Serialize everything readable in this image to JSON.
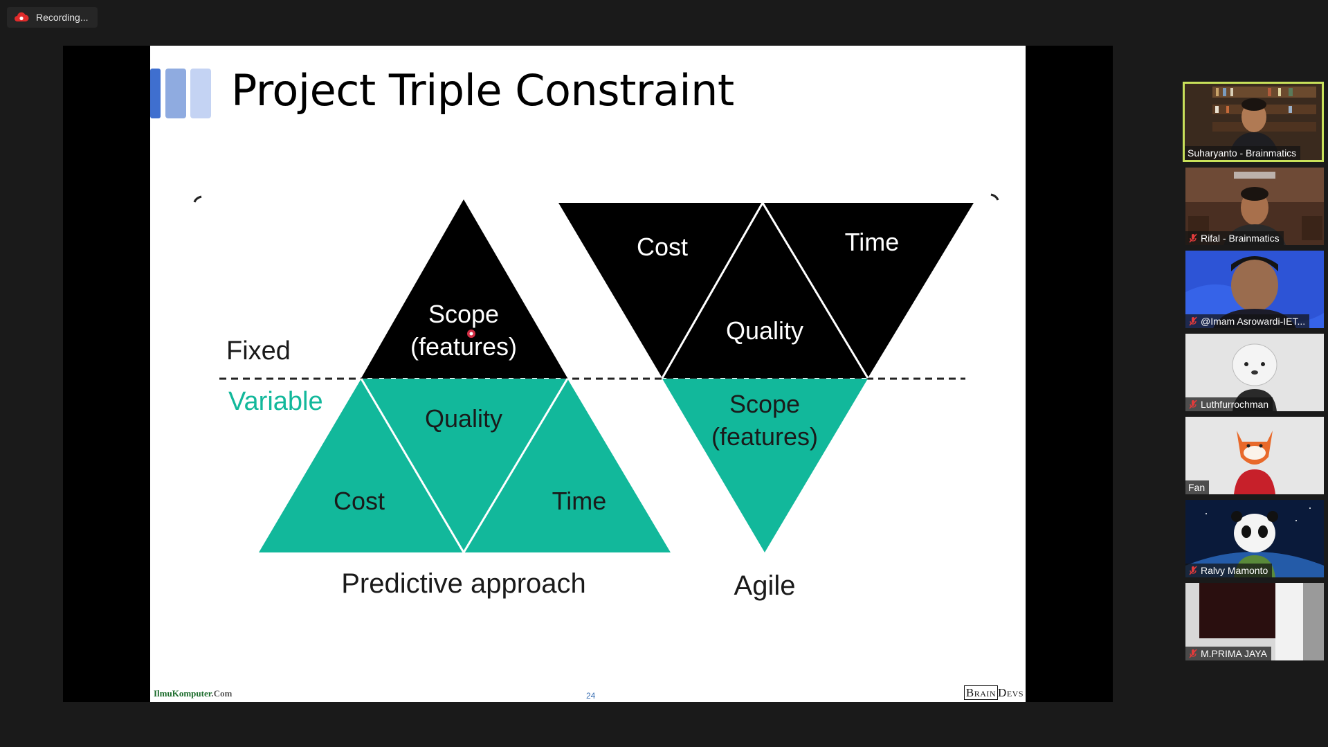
{
  "recording": {
    "label": "Recording..."
  },
  "slide": {
    "title": "Project Triple Constraint",
    "fixed_label": "Fixed",
    "variable_label": "Variable",
    "predictive": {
      "top": "Scope\n(features)",
      "middle": "Quality",
      "left": "Cost",
      "right": "Time",
      "caption": "Predictive approach"
    },
    "agile": {
      "left": "Cost",
      "right": "Time",
      "middle": "Quality",
      "bottom": "Scope\n(features)",
      "caption": "Agile"
    },
    "footer_left_main": "IlmuKomputer",
    "footer_left_suffix": ".Com",
    "page_number": "24",
    "footer_right_a": "Brain",
    "footer_right_b": "Devs"
  },
  "colors": {
    "teal": "#12b89b",
    "fixed_black": "#000000",
    "active_speaker": "#c8e05a",
    "variable_text": "#12b89b"
  },
  "participants": [
    {
      "name": "Suharyanto - Brainmatics",
      "muted": false,
      "active": true
    },
    {
      "name": "Rifal - Brainmatics",
      "muted": true,
      "active": false
    },
    {
      "name": "@Imam Asrowardi-IET...",
      "muted": true,
      "active": false
    },
    {
      "name": "Luthfurrochman",
      "muted": true,
      "active": false
    },
    {
      "name": "Fan",
      "muted": false,
      "active": false
    },
    {
      "name": "Ralvy Mamonto",
      "muted": true,
      "active": false
    },
    {
      "name": "M.PRIMA JAYA",
      "muted": true,
      "active": false
    }
  ]
}
